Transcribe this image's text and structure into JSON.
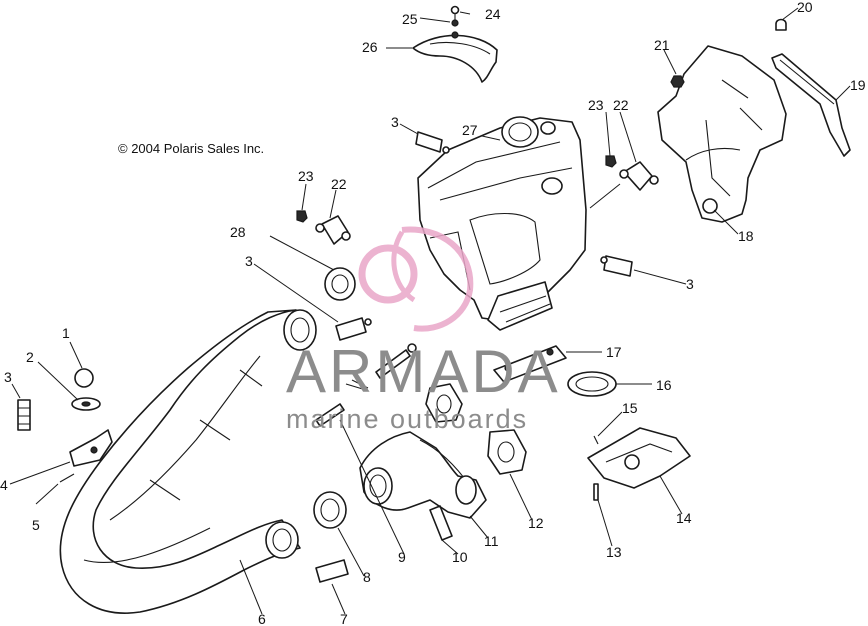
{
  "copyright": "© 2004 Polaris Sales Inc.",
  "watermark": {
    "title": "ARMADA",
    "subtitle": "marine outboards",
    "logo_color": "#e9a6c8",
    "text_color": "#8c8c8c"
  },
  "callouts": [
    "1",
    "2",
    "3",
    "3",
    "3",
    "3",
    "4",
    "5",
    "6",
    "7",
    "8",
    "9",
    "10",
    "11",
    "12",
    "13",
    "14",
    "15",
    "16",
    "17",
    "18",
    "19",
    "20",
    "21",
    "22",
    "22",
    "23",
    "23",
    "24",
    "25",
    "26",
    "27",
    "28"
  ]
}
